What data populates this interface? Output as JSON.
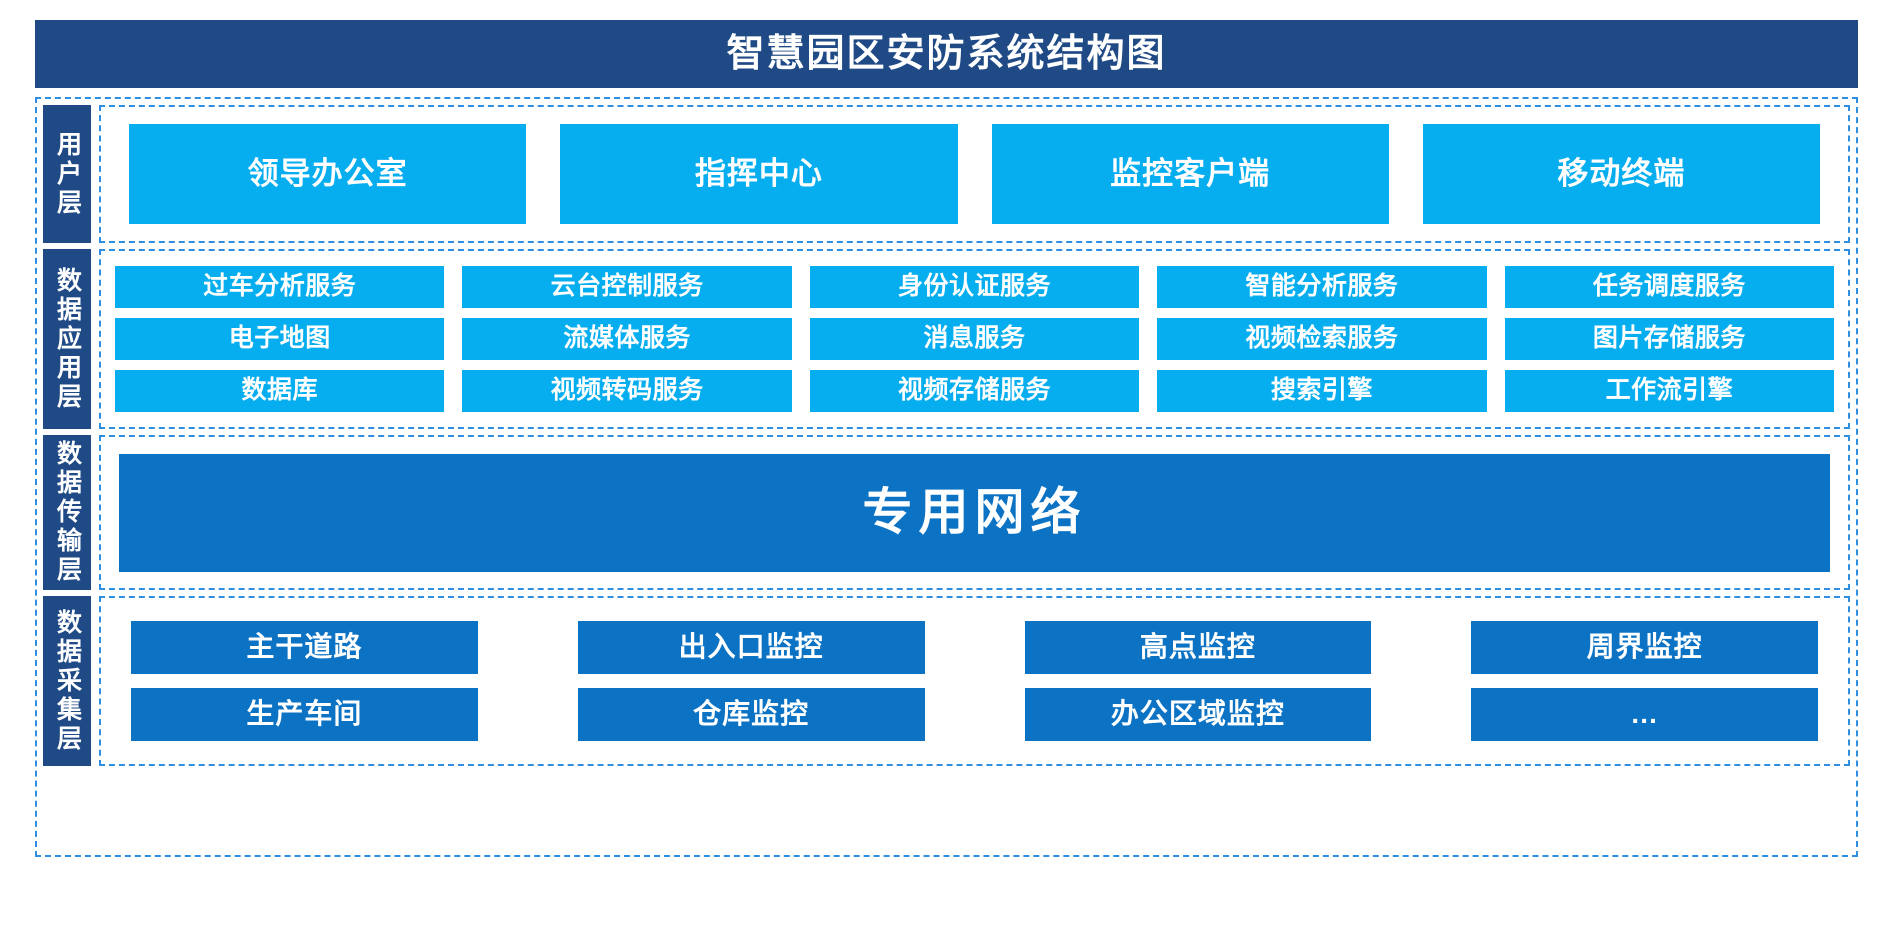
{
  "header": {
    "title": "智慧园区安防系统结构图"
  },
  "colors": {
    "navy": "#1F4A85",
    "cyan": "#06AEEF",
    "blue": "#0B72C4",
    "dash_border": "#2E8FE0",
    "background": "#FFFFFF",
    "text_on_fill": "#FFFFFF"
  },
  "layers": [
    {
      "id": "user-layer",
      "label": "用户层",
      "rows": [
        [
          "领导办公室",
          "指挥中心",
          "监控客户端",
          "移动终端"
        ]
      ]
    },
    {
      "id": "data-application-layer",
      "label": "数据应用层",
      "rows": [
        [
          "过车分析服务",
          "云台控制服务",
          "身份认证服务",
          "智能分析服务",
          "任务调度服务"
        ],
        [
          "电子地图",
          "流媒体服务",
          "消息服务",
          "视频检索服务",
          "图片存储服务"
        ],
        [
          "数据库",
          "视频转码服务",
          "视频存储服务",
          "搜索引擎",
          "工作流引擎"
        ]
      ]
    },
    {
      "id": "data-transmission-layer",
      "label": "数据传输层",
      "rows": [
        [
          "专用网络"
        ]
      ]
    },
    {
      "id": "data-collection-layer",
      "label": "数据采集层",
      "rows": [
        [
          "主干道路",
          "出入口监控",
          "高点监控",
          "周界监控"
        ],
        [
          "生产车间",
          "仓库监控",
          "办公区域监控",
          "…"
        ]
      ]
    }
  ]
}
